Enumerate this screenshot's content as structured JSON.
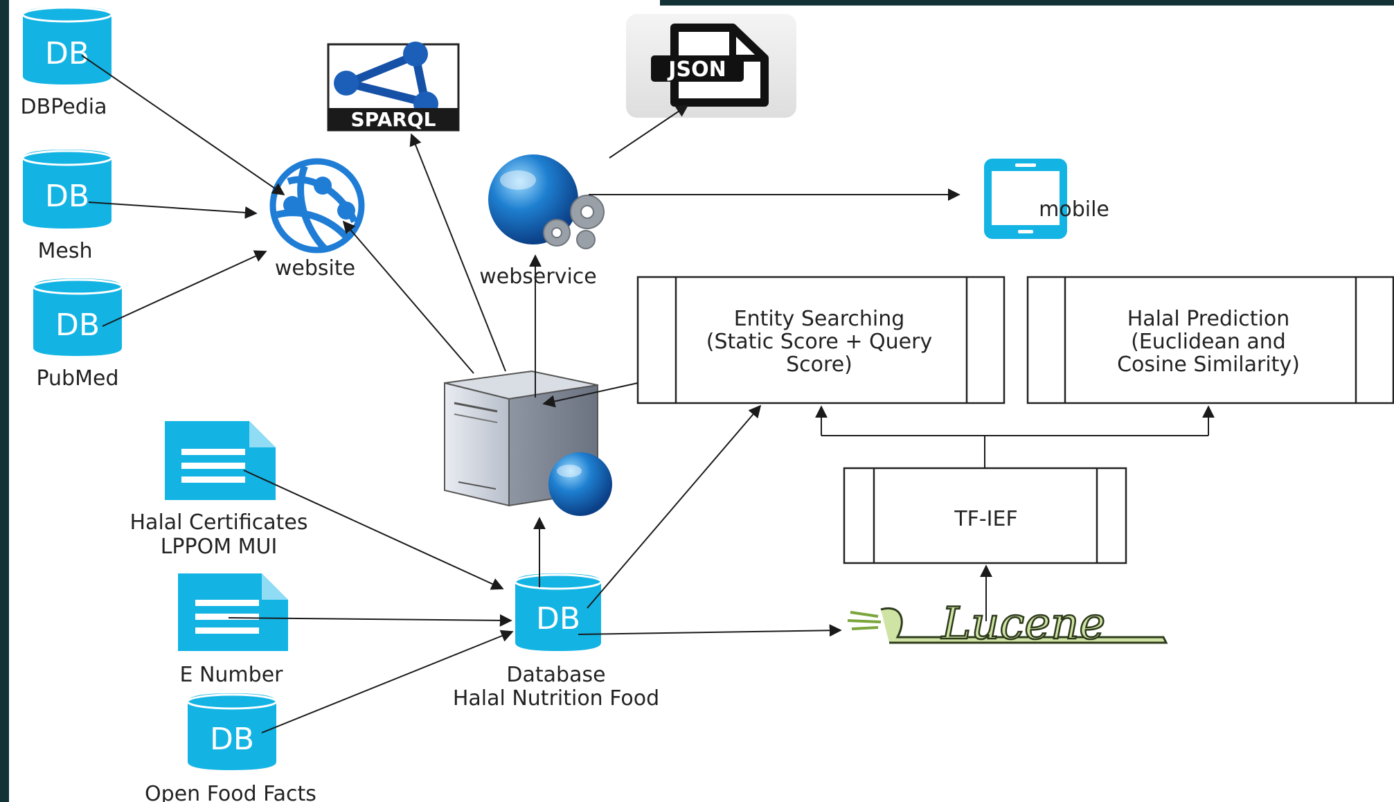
{
  "colors": {
    "frame": "#123235",
    "canvas": "#ffffff",
    "db_blue": "#13b4e4",
    "arrow": "#1a1a1a",
    "lucene_green": "#7aa63b"
  },
  "sources": {
    "dbpedia": {
      "icon": "DB",
      "label": "DBPedia"
    },
    "mesh": {
      "icon": "DB",
      "label": "Mesh"
    },
    "pubmed": {
      "icon": "DB",
      "label": "PubMed"
    },
    "halal_certificates": {
      "label_line1": "Halal Certificates",
      "label_line2": "LPPOM MUI"
    },
    "e_number": {
      "label": "E Number"
    },
    "open_food_facts": {
      "icon": "DB",
      "label": "Open Food Facts"
    }
  },
  "website": {
    "label": "website"
  },
  "sparql": {
    "label": "SPARQL"
  },
  "json": {
    "label": "JSON"
  },
  "webservice": {
    "label": "webservice"
  },
  "mobile": {
    "label": "mobile"
  },
  "database": {
    "icon": "DB",
    "label_line1": "Database",
    "label_line2": "Halal Nutrition Food"
  },
  "entity_searching": {
    "line1": "Entity Searching",
    "line2": "(Static Score + Query",
    "line3": "Score)"
  },
  "halal_prediction": {
    "line1": "Halal Prediction",
    "line2": "(Euclidean and",
    "line3": "Cosine Similarity)"
  },
  "tfief": {
    "label": "TF-IEF"
  },
  "lucene": {
    "label": "Lucene"
  }
}
